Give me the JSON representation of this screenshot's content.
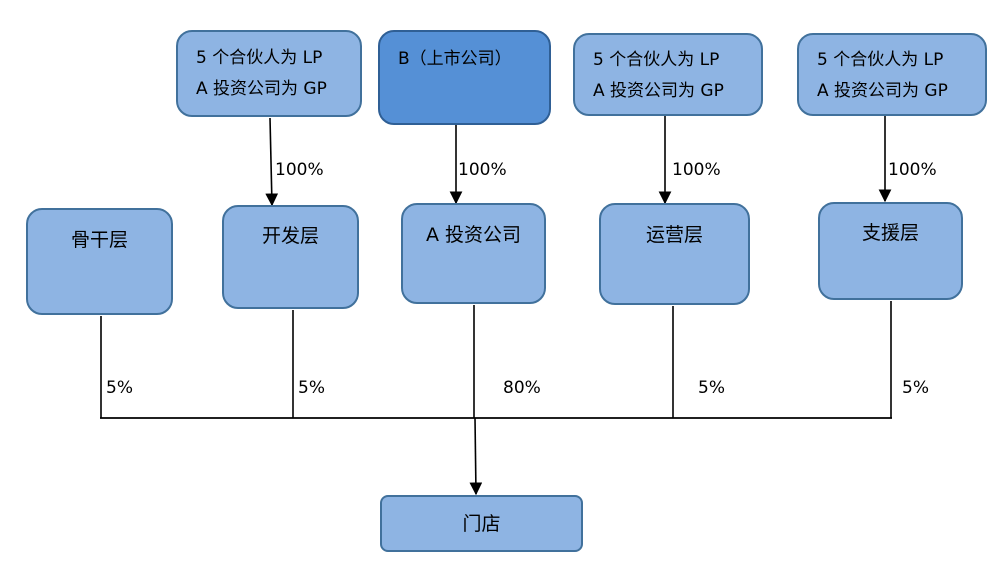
{
  "top_boxes": [
    {
      "line1": "5 个合伙人为 LP",
      "line2": "A 投资公司为 GP"
    },
    {
      "label": "B（上市公司）"
    },
    {
      "line1": "5 个合伙人为 LP",
      "line2": "A 投资公司为 GP"
    },
    {
      "line1": "5 个合伙人为 LP",
      "line2": "A 投资公司为 GP"
    }
  ],
  "top_edges": [
    "100%",
    "100%",
    "100%",
    "100%"
  ],
  "mid_boxes": [
    "骨干层",
    "开发层",
    "A 投资公司",
    "运营层",
    "支援层"
  ],
  "bottom_edges": [
    "5%",
    "5%",
    "80%",
    "5%",
    "5%"
  ],
  "bottom_box": "门店",
  "colors": {
    "box_fill": "#8eb4e3",
    "box_border": "#41719c",
    "dark_fill": "#5590d6",
    "line": "#000000"
  }
}
